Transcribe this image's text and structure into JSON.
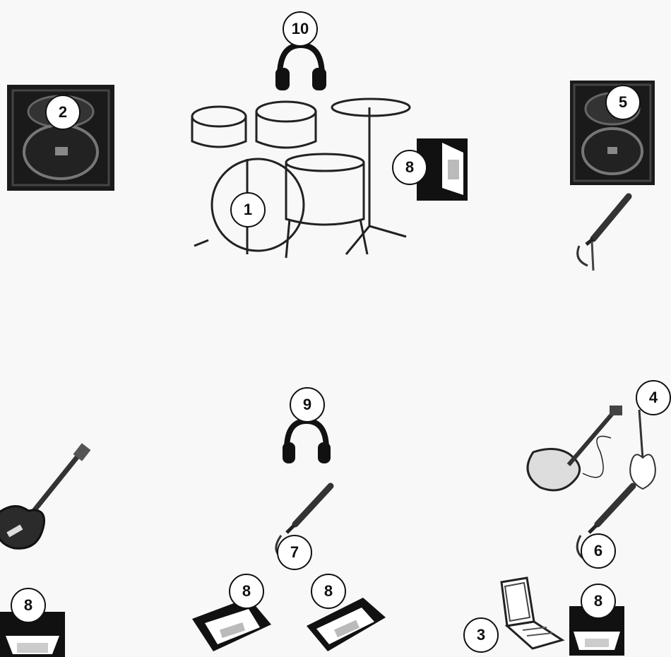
{
  "diagram": {
    "labels": {
      "drum_kit": "1",
      "left_speaker": "2",
      "laptop": "3",
      "guitars": "4",
      "right_speaker": "5",
      "mic_right": "6",
      "mic_center": "7",
      "monitor_drums": "8",
      "monitor_left": "8",
      "monitor_center_left": "8",
      "monitor_center_right": "8",
      "monitor_right": "8",
      "headphones_center": "9",
      "headphones_drums": "10"
    },
    "icons": {
      "headphones": "headphones-icon",
      "speaker": "speaker-cabinet-icon",
      "monitor": "floor-monitor-icon",
      "microphone": "microphone-icon",
      "guitar": "guitar-icon",
      "bass": "bass-guitar-icon",
      "laptop": "laptop-icon",
      "drums": "drum-kit-icon"
    }
  }
}
